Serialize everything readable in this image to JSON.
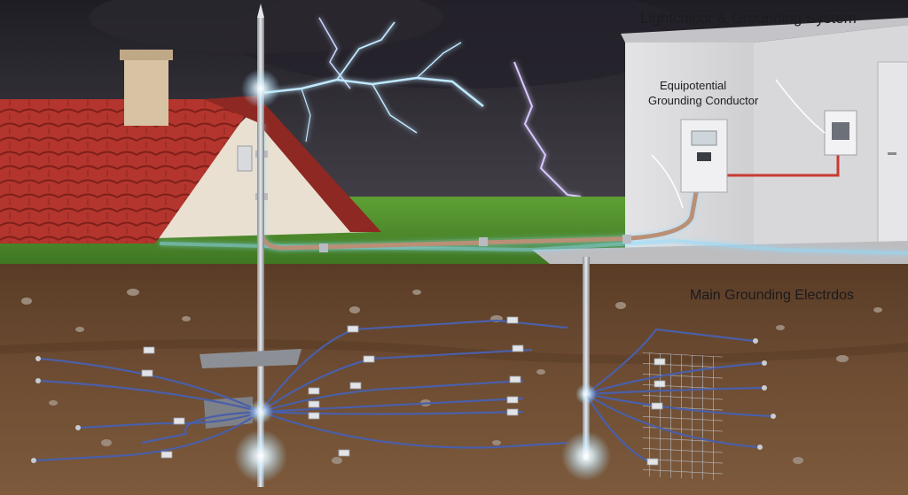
{
  "title": "Lightcnicor & Grounding System",
  "labels": {
    "equipotential_line1": "Equipotential",
    "equipotential_line2": "Grounding Conductor",
    "main_electrode": "Main Grounding Electrdos"
  },
  "colors": {
    "sky": "#2f2d35",
    "roof": "#b0332c",
    "grass": "#4f8f2c",
    "soil": "#6b4a30",
    "copper": "#c8764a",
    "cable": "#4a5fa8",
    "glow": "#7fd8ff",
    "wall": "#dcdcde"
  }
}
